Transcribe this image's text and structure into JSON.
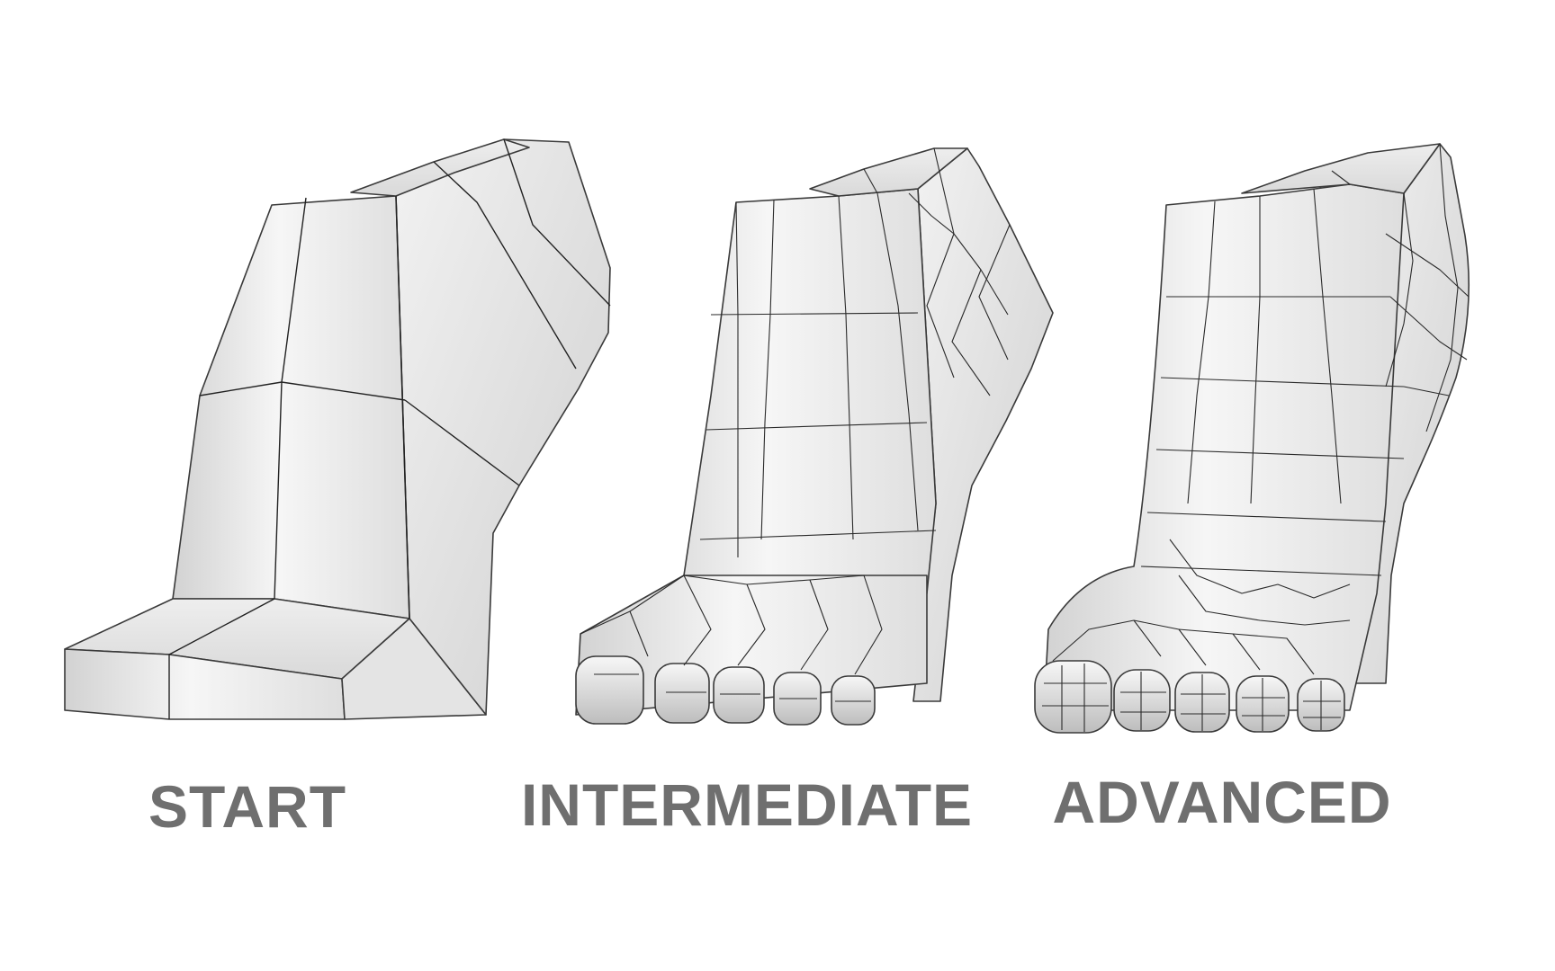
{
  "stages": [
    {
      "id": "start",
      "label": "START"
    },
    {
      "id": "intermediate",
      "label": "INTERMEDIATE"
    },
    {
      "id": "advanced",
      "label": "ADVANCED"
    }
  ],
  "colors": {
    "background": "#ffffff",
    "mesh_light": "#f4f4f4",
    "mesh_shadow": "#c9c9c9",
    "wireframe": "#222222",
    "label": "#6f6f6f"
  }
}
